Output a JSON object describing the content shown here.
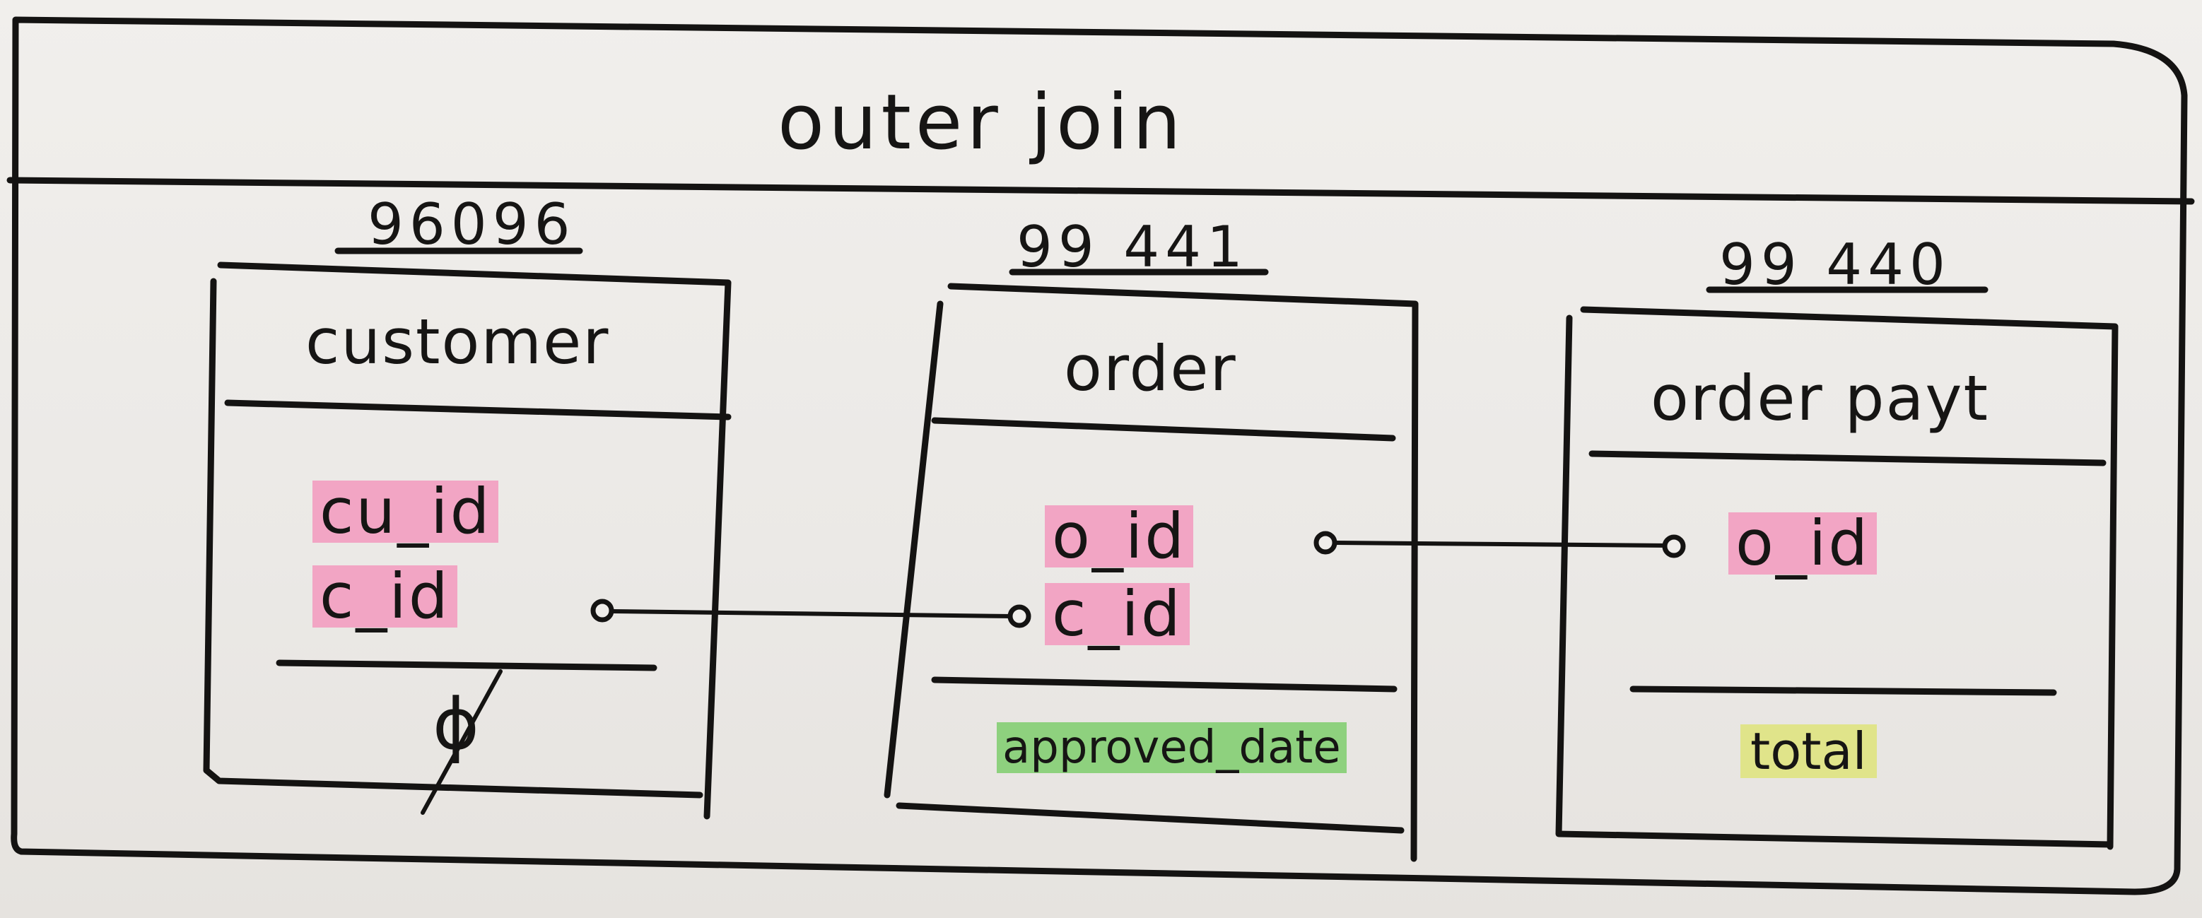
{
  "diagram": {
    "title": "outer join",
    "tables": [
      {
        "count": "96096",
        "name": "customer",
        "key_fields": [
          "cu_id",
          "c_id"
        ],
        "value_fields": [
          "ϕ"
        ]
      },
      {
        "count": "99 441",
        "name": "order",
        "key_fields": [
          "o_id",
          "c_id"
        ],
        "value_fields": [
          "approved_date"
        ]
      },
      {
        "count": "99 440",
        "name": "order payt",
        "key_fields": [
          "o_id"
        ],
        "value_fields": [
          "total"
        ]
      }
    ],
    "links": [
      {
        "from": "customer.c_id",
        "to": "order.c_id"
      },
      {
        "from": "order.o_id",
        "to": "order payt.o_id"
      }
    ],
    "highlight_colors": {
      "key_field": "#f2a5c4",
      "date_field": "#8ed17e",
      "total_field": "#e0e48a"
    }
  }
}
